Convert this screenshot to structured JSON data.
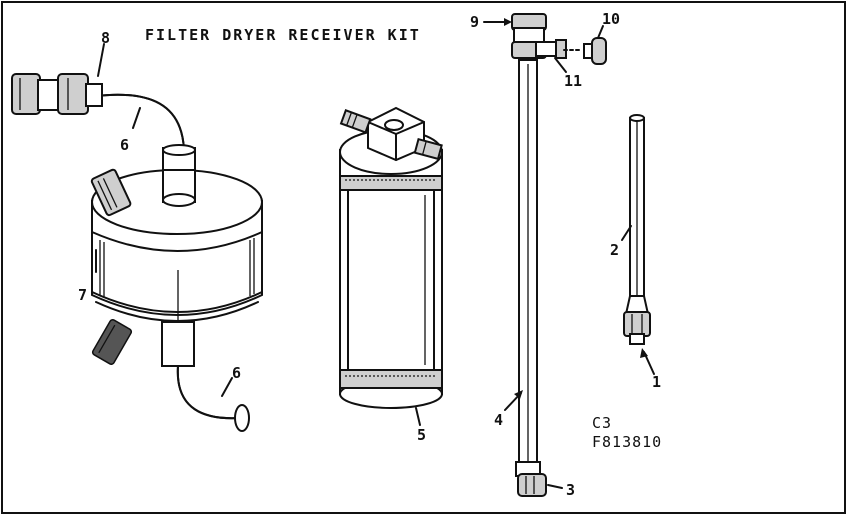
{
  "title": "FILTER DRYER RECEIVER KIT",
  "callouts": {
    "c1": "1",
    "c2": "2",
    "c3": "3",
    "c4": "4",
    "c5": "5",
    "c6a": "6",
    "c6b": "6",
    "c7": "7",
    "c8": "8",
    "c9": "9",
    "c10": "10",
    "c11": "11"
  },
  "codes": {
    "section": "C3",
    "part_ref": "F813810"
  }
}
